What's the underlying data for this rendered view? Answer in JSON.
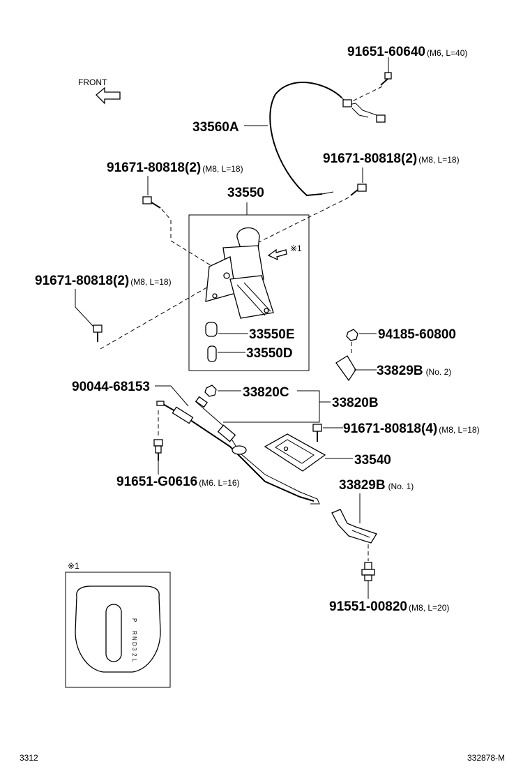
{
  "front_label": "FRONT",
  "note_marker": "※1",
  "footer_left": "3312",
  "footer_right": "332878-M",
  "labels": {
    "c1": {
      "num": "91651-60640",
      "spec": "(M6, L=40)"
    },
    "c2": {
      "num": "33560A",
      "spec": ""
    },
    "c3": {
      "num": "91671-80818(2)",
      "spec": "(M8, L=18)"
    },
    "c4": {
      "num": "91671-80818(2)",
      "spec": "(M8, L=18)"
    },
    "c5": {
      "num": "33550",
      "spec": ""
    },
    "c6": {
      "num": "91671-80818(2)",
      "spec": "(M8, L=18)"
    },
    "c7": {
      "num": "33550E",
      "spec": ""
    },
    "c8": {
      "num": "33550D",
      "spec": ""
    },
    "c9": {
      "num": "94185-60800",
      "spec": ""
    },
    "c10": {
      "num": "33829B",
      "spec": "(No. 2)"
    },
    "c11": {
      "num": "90044-68153",
      "spec": ""
    },
    "c12": {
      "num": "33820C",
      "spec": ""
    },
    "c13": {
      "num": "33820B",
      "spec": ""
    },
    "c14": {
      "num": "91671-80818(4)",
      "spec": "(M8, L=18)"
    },
    "c15": {
      "num": "33540",
      "spec": ""
    },
    "c16": {
      "num": "91651-G0616",
      "spec": "(M6. L=16)"
    },
    "c17": {
      "num": "33829B",
      "spec": "(No. 1)"
    },
    "c18": {
      "num": "91551-00820",
      "spec": "(M8, L=20)"
    }
  },
  "inset": {
    "marker": "※1",
    "gear_positions": [
      "P",
      "R",
      "N",
      "D",
      "3",
      "2",
      "L"
    ]
  }
}
